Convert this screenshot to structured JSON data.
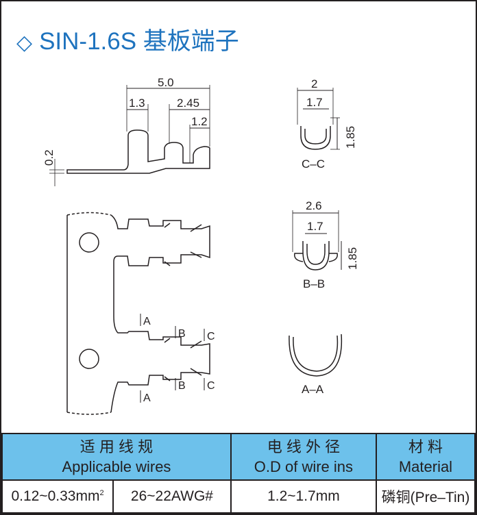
{
  "title": {
    "icon": "diamond-outline-icon",
    "symbol": "◇",
    "text": "SIN-1.6S 基板端子"
  },
  "side_view": {
    "dims": {
      "overall": "5.0",
      "left": "1.3",
      "right": "2.45",
      "right_inner": "1.2",
      "thickness": "0.2"
    }
  },
  "section_cc": {
    "width": "2",
    "inner": "1.7",
    "height": "1.85",
    "label": "C–C"
  },
  "section_bb": {
    "width": "2.6",
    "inner": "1.7",
    "height": "1.85",
    "label": "B–B"
  },
  "section_aa": {
    "label": "A–A"
  },
  "strip_view": {
    "markers": {
      "a": "A",
      "b": "B",
      "c": "C"
    }
  },
  "table": {
    "headers": [
      {
        "cn": "适 用 线 规",
        "en": "Applicable wires"
      },
      {
        "cn": "电 线 外 径",
        "en": "O.D of wire ins"
      },
      {
        "cn": "材 料",
        "en": "Material"
      }
    ],
    "row": {
      "mm2": "0.12~0.33mm",
      "mm2_sup": "2",
      "awg": "26~22AWG#",
      "od": "1.2~1.7mm",
      "material": "磷铜(Pre–Tin)"
    }
  },
  "colors": {
    "title": "#1e73be",
    "header_bg": "#6dc1eb",
    "line": "#231f20"
  }
}
